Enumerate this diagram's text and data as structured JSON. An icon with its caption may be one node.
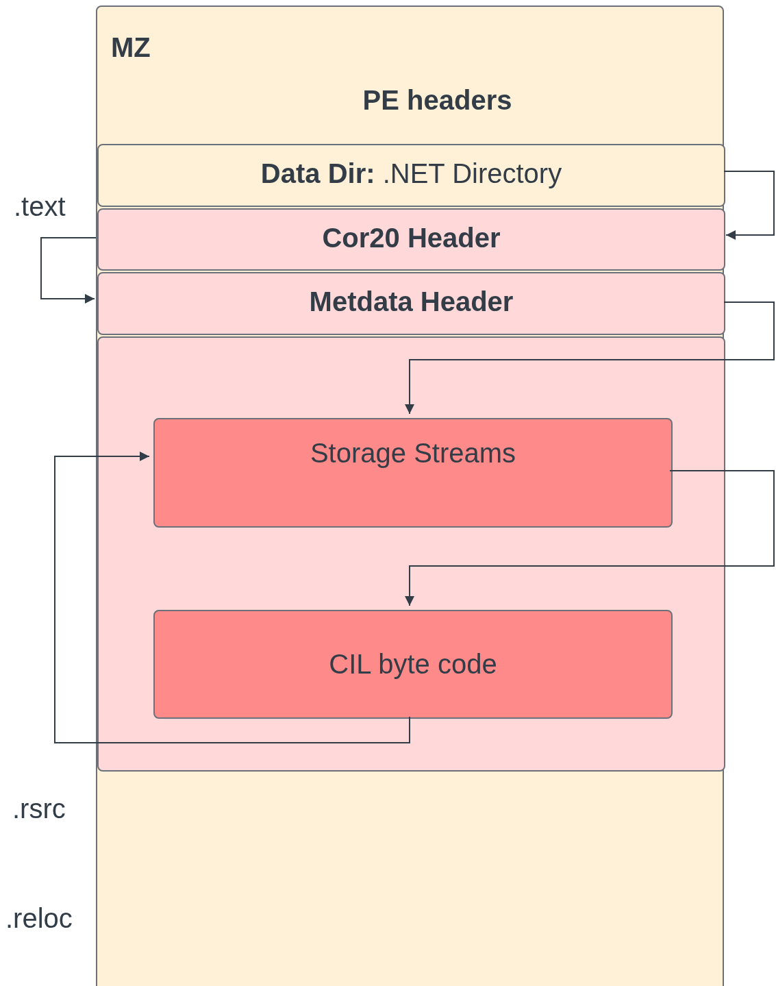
{
  "diagram": {
    "nodes": [
      {
        "text": [
          "MZ",
          "PE headers"
        ]
      },
      {
        "text": [
          "**Data Dir:** .NET Directory"
        ],
        "in": 0
      },
      {
        "text": [
          "Cor20 Header"
        ],
        "in": 0
      },
      {
        "text": [
          "Metdata Header"
        ],
        "in": 0
      },
      {
        "text": [],
        "shape": "box",
        "in": 0
      },
      {
        "text": [
          "Storage Streams"
        ],
        "in": 4
      },
      {
        "text": [
          "CIL byte code"
        ],
        "in": 4
      }
    ],
    "edges": [
      {
        "from": 1,
        "to": 2,
        "arrow": "to"
      },
      {
        "from": 2,
        "to": 3,
        "arrow": "to"
      },
      {
        "from": 3,
        "to": 5,
        "arrow": "to"
      },
      {
        "from": 5,
        "to": 6,
        "arrow": "to"
      },
      {
        "from": 6,
        "to": 5,
        "arrow": "to"
      }
    ],
    "labels": [
      ".text",
      ".rsrc",
      ".reloc"
    ]
  }
}
